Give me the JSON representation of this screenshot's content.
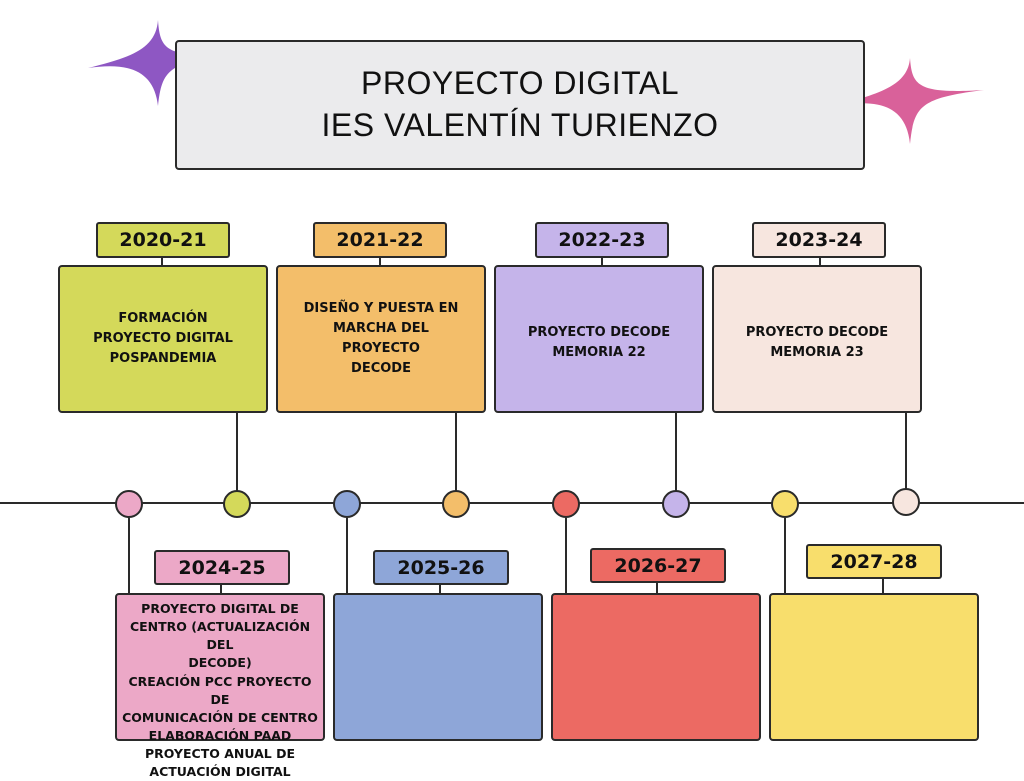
{
  "title": {
    "line1": "PROYECTO DIGITAL",
    "line2": "IES VALENTÍN TURIENZO"
  },
  "colors": {
    "green": "#d4d95a",
    "orange": "#f3be6a",
    "lavender": "#c5b4ea",
    "cream": "#f7e6df",
    "pink": "#eca8c7",
    "blue": "#8ea6d8",
    "red": "#ec6a63",
    "yellow": "#f8de6c",
    "star_purple": "#8e57c3",
    "star_pink": "#d9619a"
  },
  "top_items": [
    {
      "year": "2020-21",
      "lines": [
        "FORMACIÓN",
        "PROYECTO DIGITAL",
        "POSPANDEMIA"
      ]
    },
    {
      "year": "2021-22",
      "lines": [
        "DISEÑO  Y PUESTA EN",
        "MARCHA DEL",
        "PROYECTO",
        "DECODE"
      ]
    },
    {
      "year": "2022-23",
      "lines": [
        "PROYECTO DECODE",
        "MEMORIA 22"
      ]
    },
    {
      "year": "2023-24",
      "lines": [
        "PROYECTO DECODE",
        "MEMORIA 23"
      ]
    }
  ],
  "bottom_items": [
    {
      "year": "2024-25",
      "lines": [
        "PROYECTO DIGITAL DE",
        "CENTRO (ACTUALIZACIÓN DEL",
        "DECODE)",
        "CREACIÓN PCC PROYECTO DE",
        "COMUNICACIÓN DE CENTRO",
        "ELABORACIÓN PAAD",
        "PROYECTO ANUAL DE",
        "ACTUACIÓN DIGITAL"
      ]
    },
    {
      "year": "2025-26",
      "lines": []
    },
    {
      "year": "2026-27",
      "lines": []
    },
    {
      "year": "2027-28",
      "lines": []
    }
  ],
  "icons": [
    "sparkle-star-icon"
  ]
}
